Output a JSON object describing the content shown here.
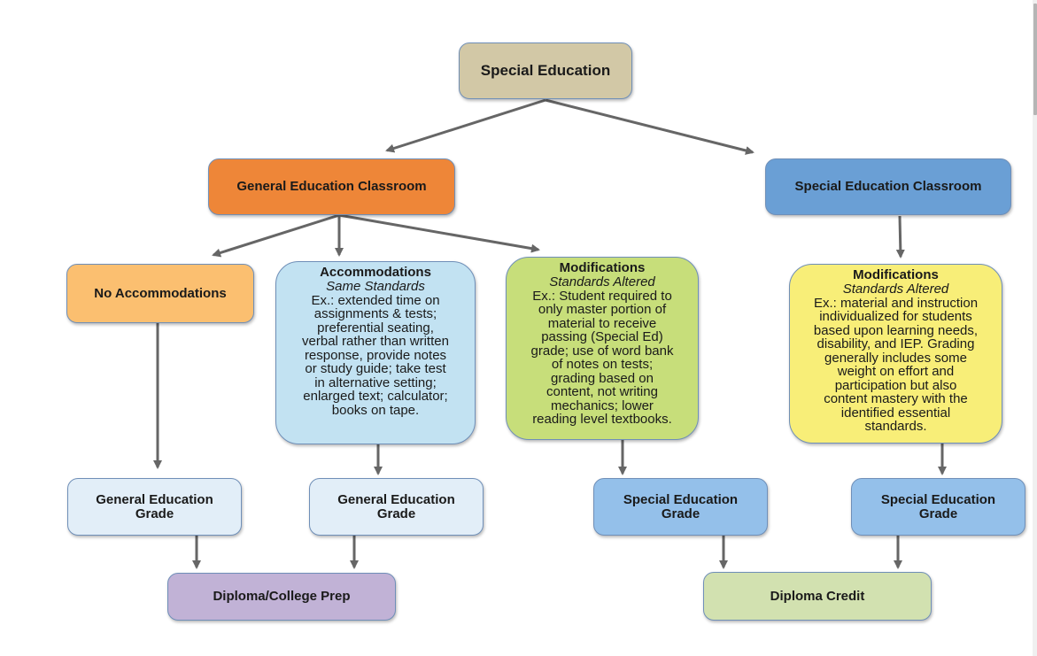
{
  "diagram": {
    "root": {
      "title": "Special Education"
    },
    "general_classroom": {
      "title": "General Education Classroom",
      "color": "#ee8638"
    },
    "special_classroom": {
      "title": "Special Education Classroom",
      "color": "#6a9fd5"
    },
    "no_accommodations": {
      "title": "No Accommodations",
      "color": "#fbbf70"
    },
    "accommodations": {
      "title": "Accommodations",
      "subtitle": "Same Standards",
      "lines": [
        "Ex.: extended time on",
        "assignments & tests;",
        "preferential seating,",
        "verbal rather than written",
        "response, provide notes",
        "or study guide; take test",
        "in alternative setting;",
        "enlarged text; calculator;",
        "books on tape."
      ],
      "color": "#c2e2f2"
    },
    "modifications_general": {
      "title": "Modifications",
      "subtitle": "Standards Altered",
      "lines": [
        "Ex.: Student required to",
        "only master portion of",
        "material to receive",
        "passing (Special Ed)",
        "grade; use of word bank",
        "of notes on tests;",
        "grading based on",
        "content, not writing",
        "mechanics; lower",
        "reading level textbooks."
      ],
      "color": "#c7de7a"
    },
    "modifications_special": {
      "title": "Modifications",
      "subtitle": "Standards Altered",
      "lines": [
        "Ex.: material and instruction",
        "individualized for students",
        "based upon learning needs,",
        "disability, and IEP. Grading",
        "generally includes some",
        "weight on effort and",
        "participation but also",
        "content mastery with the",
        "identified essential",
        "standards."
      ],
      "color": "#f8ee78"
    },
    "gen_grade_1": {
      "line1": "General Education",
      "line2": "Grade"
    },
    "gen_grade_2": {
      "line1": "General Education",
      "line2": "Grade"
    },
    "sped_grade_1": {
      "line1": "Special Education",
      "line2": "Grade"
    },
    "sped_grade_2": {
      "line1": "Special Education",
      "line2": "Grade"
    },
    "diploma_college": {
      "title": "Diploma/College Prep",
      "color": "#c1b2d6"
    },
    "diploma_credit": {
      "title": "Diploma Credit",
      "color": "#d2e1b0"
    },
    "edges": [
      [
        "root",
        "general_classroom"
      ],
      [
        "root",
        "special_classroom"
      ],
      [
        "general_classroom",
        "no_accommodations"
      ],
      [
        "general_classroom",
        "accommodations"
      ],
      [
        "general_classroom",
        "modifications_general"
      ],
      [
        "special_classroom",
        "modifications_special"
      ],
      [
        "no_accommodations",
        "gen_grade_1"
      ],
      [
        "accommodations",
        "gen_grade_2"
      ],
      [
        "modifications_general",
        "sped_grade_1"
      ],
      [
        "modifications_special",
        "sped_grade_2"
      ],
      [
        "gen_grade_1",
        "diploma_college"
      ],
      [
        "gen_grade_2",
        "diploma_college"
      ],
      [
        "sped_grade_1",
        "diploma_credit"
      ],
      [
        "sped_grade_2",
        "diploma_credit"
      ]
    ]
  }
}
